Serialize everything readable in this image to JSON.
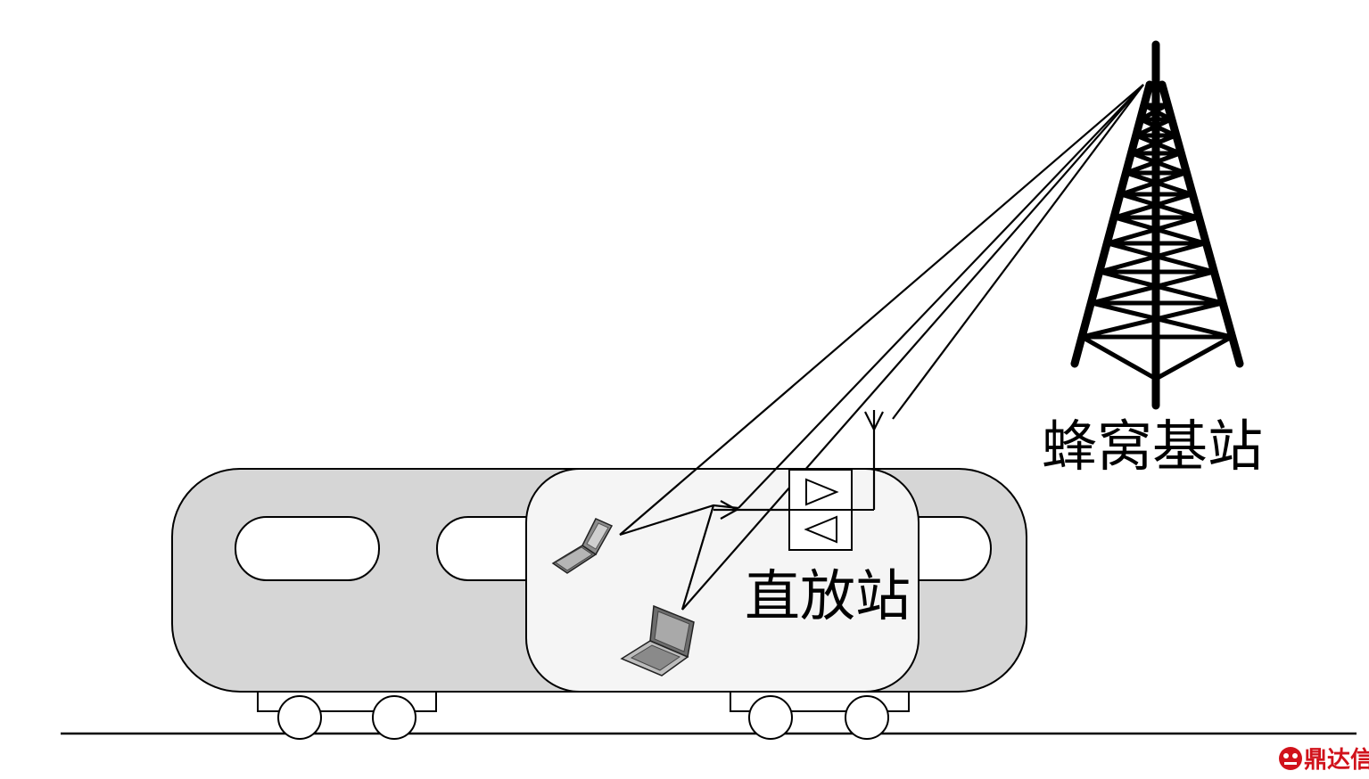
{
  "diagram": {
    "tower_label": "蜂窝基站",
    "repeater_label": "直放站"
  },
  "watermark": {
    "text": "鼎达信",
    "color": "#d1121b"
  },
  "colors": {
    "car_body": "#d6d6d6",
    "car_section": "#f5f5f5",
    "line": "#000000"
  }
}
